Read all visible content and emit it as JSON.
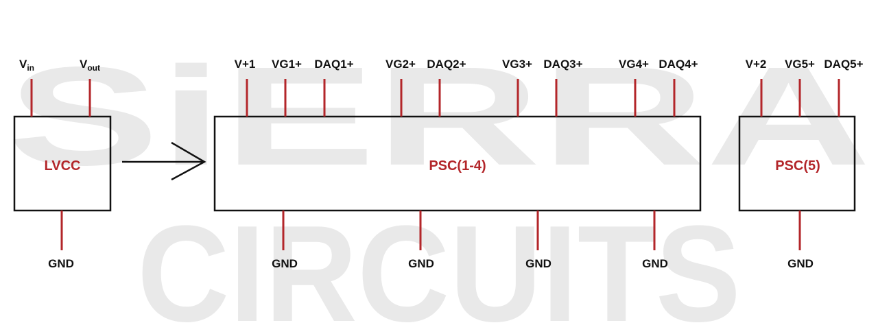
{
  "watermark": {
    "line1": "SiERRA",
    "line2": "CIRCUITS"
  },
  "colors": {
    "wire": "#b3262a",
    "block_label": "#b3262a",
    "outline": "#111111",
    "watermark": "#e9e9e9"
  },
  "blocks": {
    "lvcc": {
      "label": "LVCC",
      "pins_top": [
        {
          "main": "V",
          "sub": "in"
        },
        {
          "main": "V",
          "sub": "out"
        }
      ],
      "pins_bottom": [
        "GND"
      ]
    },
    "psc14": {
      "label": "PSC(1-4)",
      "pins_top": [
        "V+1",
        "VG1+",
        "DAQ1+",
        "VG2+",
        "DAQ2+",
        "VG3+",
        "DAQ3+",
        "VG4+",
        "DAQ4+"
      ],
      "pins_bottom": [
        "GND",
        "GND",
        "GND",
        "GND"
      ]
    },
    "psc5": {
      "label": "PSC(5)",
      "pins_top": [
        "V+2",
        "VG5+",
        "DAQ5+"
      ],
      "pins_bottom": [
        "GND"
      ]
    }
  }
}
